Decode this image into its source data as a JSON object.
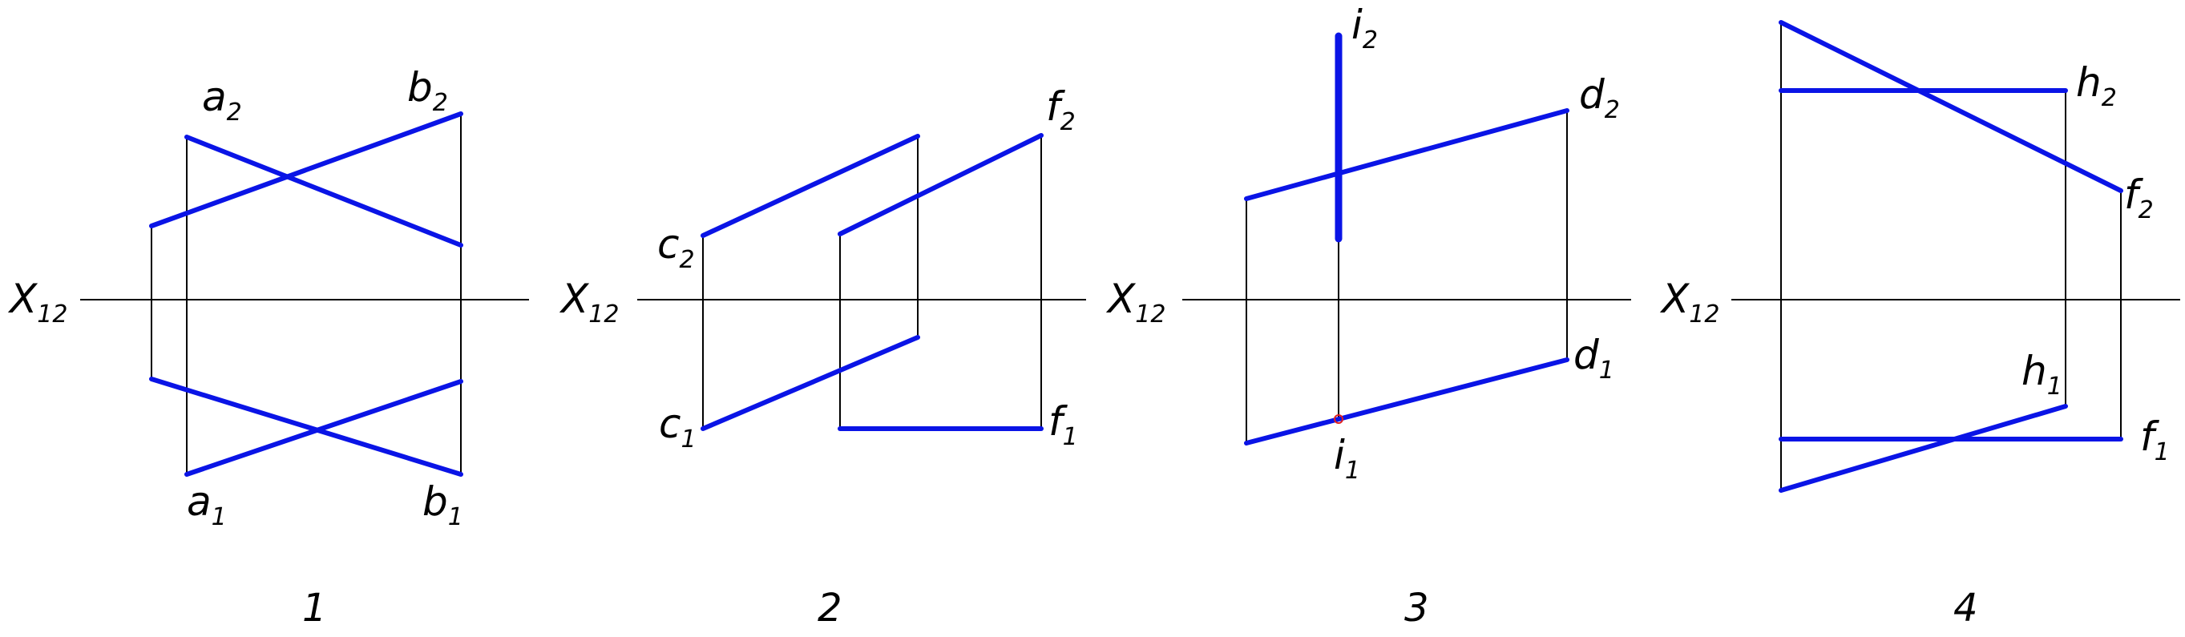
{
  "colors": {
    "line": "#0a14e6",
    "thin": "#000000",
    "marker": "#e02020"
  },
  "figures": [
    {
      "number": "1",
      "axis": {
        "main": "X",
        "sub": "12"
      },
      "labels": [
        {
          "main": "a",
          "sub": "2"
        },
        {
          "main": "b",
          "sub": "2"
        },
        {
          "main": "a",
          "sub": "1"
        },
        {
          "main": "b",
          "sub": "1"
        }
      ]
    },
    {
      "number": "2",
      "axis": {
        "main": "X",
        "sub": "12"
      },
      "labels": [
        {
          "main": "c",
          "sub": "2"
        },
        {
          "main": "f",
          "sub": "2"
        },
        {
          "main": "c",
          "sub": "1"
        },
        {
          "main": "f",
          "sub": "1"
        }
      ]
    },
    {
      "number": "3",
      "axis": {
        "main": "X",
        "sub": "12"
      },
      "labels": [
        {
          "main": "i",
          "sub": "2"
        },
        {
          "main": "d",
          "sub": "2"
        },
        {
          "main": "d",
          "sub": "1"
        },
        {
          "main": "i",
          "sub": "1"
        }
      ]
    },
    {
      "number": "4",
      "axis": {
        "main": "X",
        "sub": "12"
      },
      "labels": [
        {
          "main": "h",
          "sub": "2"
        },
        {
          "main": "f",
          "sub": "2"
        },
        {
          "main": "h",
          "sub": "1"
        },
        {
          "main": "f",
          "sub": "1"
        }
      ]
    }
  ]
}
